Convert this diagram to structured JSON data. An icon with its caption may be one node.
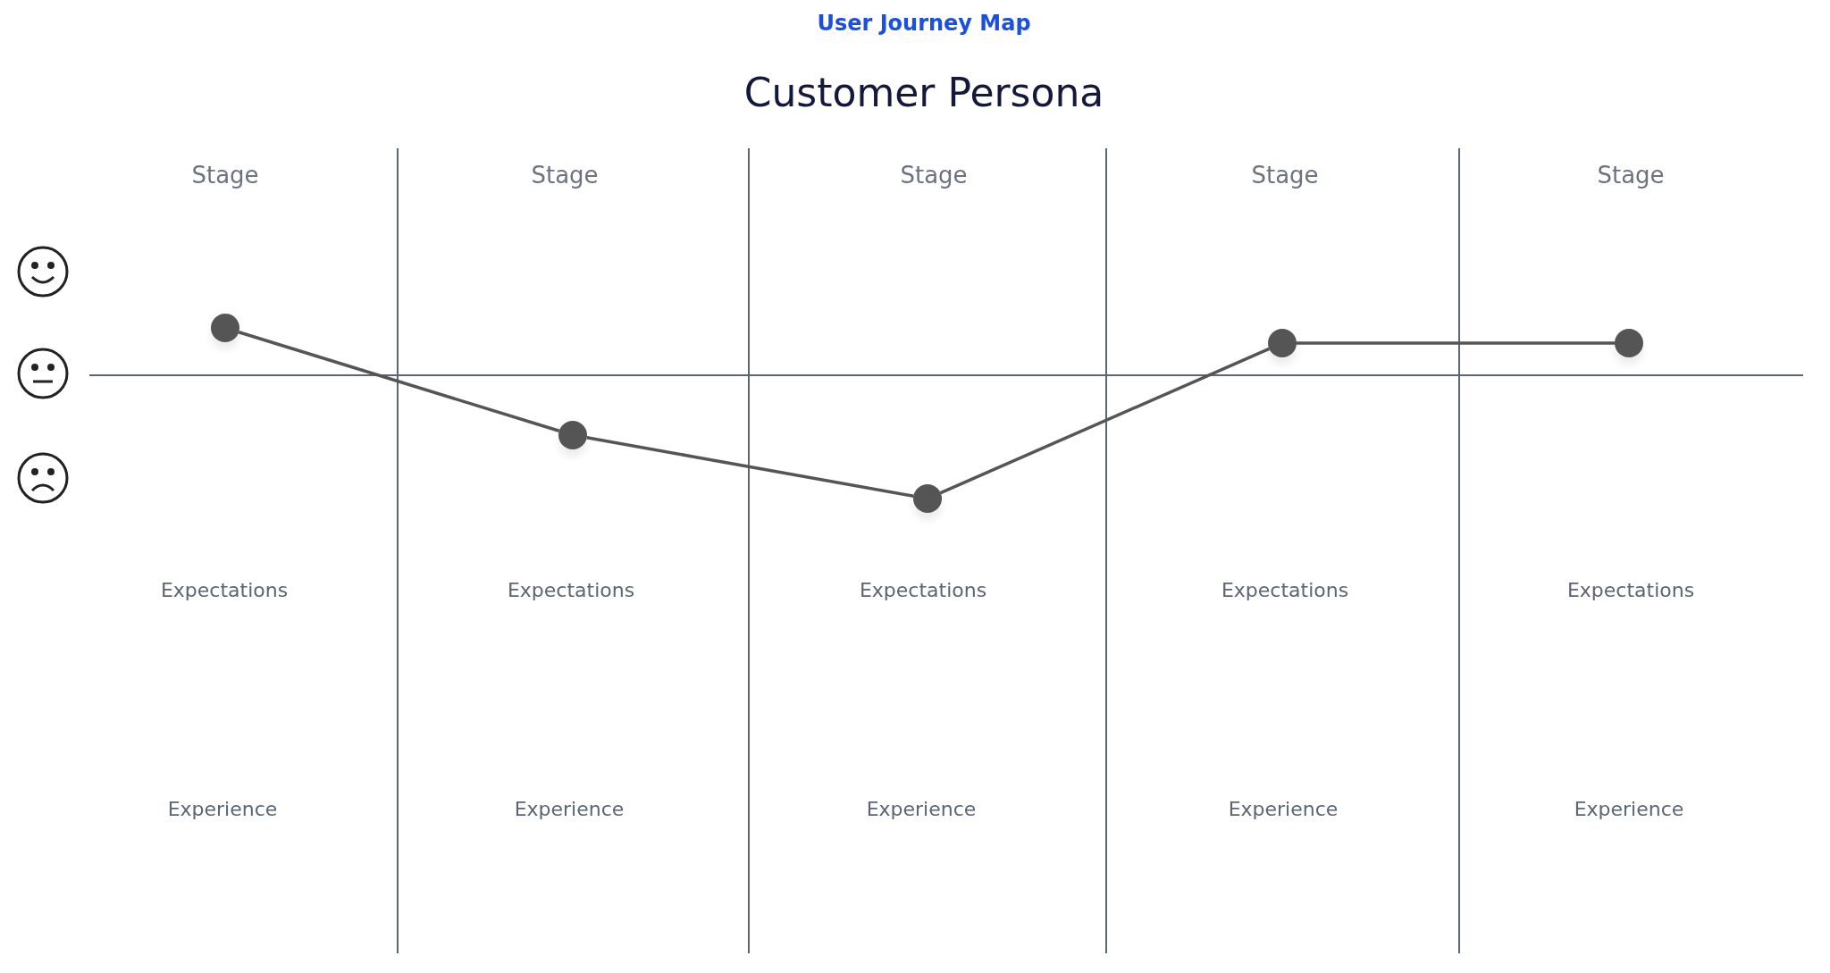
{
  "diagram": {
    "title": "User Journey Map",
    "nodes": [
      {
        "text": [],
        "shape": "circle"
      },
      {
        "text": [],
        "shape": "circle"
      },
      {
        "text": [],
        "shape": "circle"
      },
      {
        "text": [],
        "shape": "circle"
      },
      {
        "text": [],
        "shape": "circle"
      }
    ],
    "edges": [
      {
        "from": 0,
        "to": 1,
        "arrow": "none"
      },
      {
        "from": 1,
        "to": 2,
        "arrow": "none"
      },
      {
        "from": 2,
        "to": 3,
        "arrow": "none"
      },
      {
        "from": 3,
        "to": 4,
        "arrow": "none"
      }
    ],
    "labels": [
      "Customer Persona",
      "Stage",
      "Stage",
      "Stage",
      "Stage",
      "Stage",
      "Expectations",
      "Expectations",
      "Expectations",
      "Expectations",
      "Expectations",
      "Experience",
      "Experience",
      "Experience",
      "Experience",
      "Experience"
    ]
  }
}
